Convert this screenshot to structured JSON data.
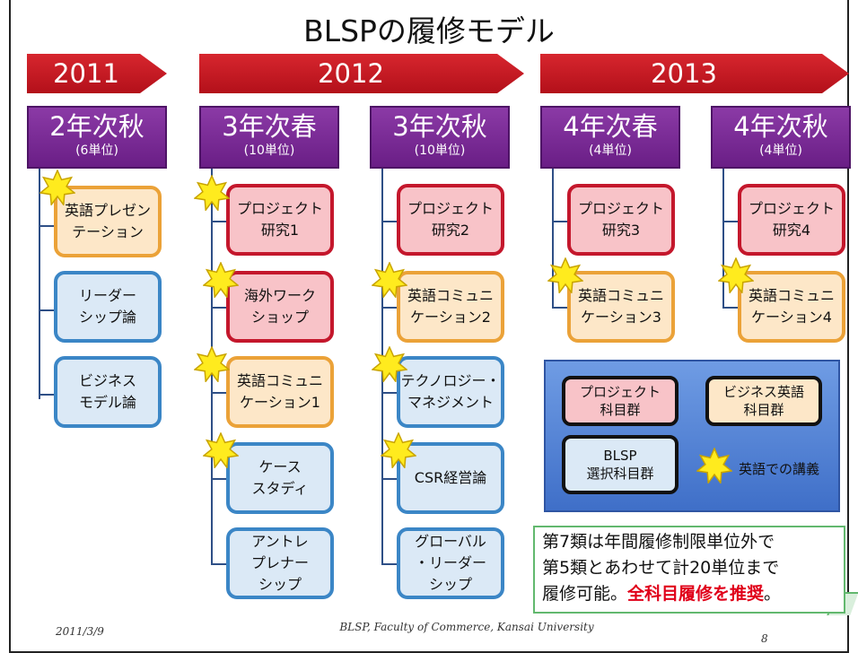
{
  "title": "BLSPの履修モデル",
  "years": [
    "2011",
    "2012",
    "2013"
  ],
  "semesters": [
    {
      "title": "2年次秋",
      "units": "(6単位)"
    },
    {
      "title": "3年次春",
      "units": "(10単位)"
    },
    {
      "title": "3年次秋",
      "units": "(10単位)"
    },
    {
      "title": "4年次春",
      "units": "(4単位)"
    },
    {
      "title": "4年次秋",
      "units": "(4単位)"
    }
  ],
  "courses": {
    "c1": [
      "英語プレゼン\nテーション",
      "リーダー\nシップ論",
      "ビジネス\nモデル論"
    ],
    "c2": [
      "プロジェクト\n研究1",
      "海外ワーク\nショップ",
      "英語コミュニ\nケーション1",
      "ケース\nスタディ",
      "アントレ\nプレナー\nシップ"
    ],
    "c3": [
      "プロジェクト\n研究2",
      "英語コミュニ\nケーション2",
      "テクノロジー・\nマネジメント",
      "CSR経営論",
      "グローバル\n・リーダー\nシップ"
    ],
    "c4": [
      "プロジェクト\n研究3",
      "英語コミュニ\nケーション3"
    ],
    "c5": [
      "プロジェクト\n研究4",
      "英語コミュニ\nケーション4"
    ]
  },
  "legend": {
    "project": "プロジェクト\n科目群",
    "business_english": "ビジネス英語\n科目群",
    "elective": "BLSP\n選択科目群",
    "english_lecture": "英語での講義"
  },
  "note": {
    "line1": "第7類は年間履修制限単位外で",
    "line2": "第5類とあわせて計20単位まで",
    "line3_prefix": "履修可能。",
    "line3_emphasis": "全科目履修を推奨",
    "line3_suffix": "。"
  },
  "footer": {
    "date": "2011/3/9",
    "center": "BLSP, Faculty of Commerce, Kansai University",
    "page": "8"
  },
  "colors": {
    "year_arrow": "#c8141e",
    "semester": "#7b2d96",
    "project_border": "#c4172c",
    "project_fill": "#f8c3c8",
    "english_border": "#eba238",
    "english_fill": "#fde7c8",
    "elective_border": "#3b86c6",
    "elective_fill": "#dbe9f6",
    "legend_panel": "#5a86d6",
    "note_border": "#62b86e",
    "emphasis": "#e0001a"
  },
  "icons": {
    "english_lecture": "yellow-star-icon"
  }
}
